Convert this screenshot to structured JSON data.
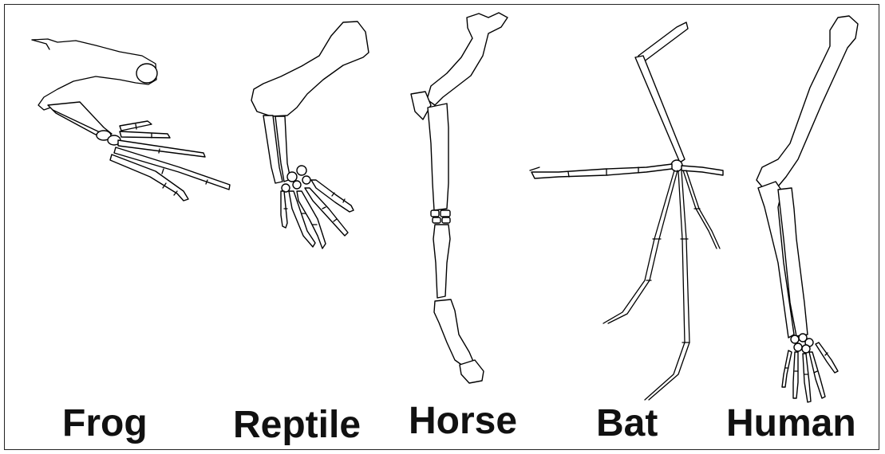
{
  "labels": {
    "frog": "Frog",
    "reptile": "Reptile",
    "horse": "Horse",
    "bat": "Bat",
    "human": "Human"
  }
}
